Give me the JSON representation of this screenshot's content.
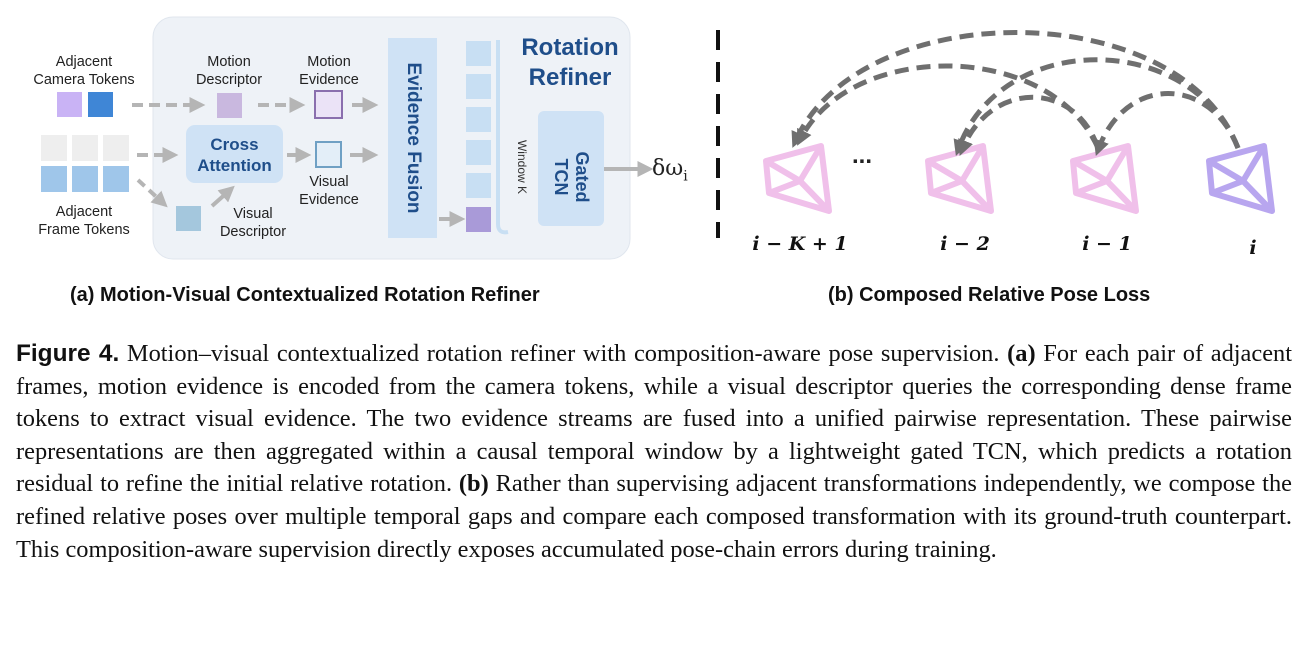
{
  "panel_a": {
    "title": "Rotation Refiner",
    "title_line1": "Rotation",
    "title_line2": "Refiner",
    "adjacent_camera_tokens_line1": "Adjacent",
    "adjacent_camera_tokens_line2": "Camera Tokens",
    "adjacent_frame_tokens_line1": "Adjacent",
    "adjacent_frame_tokens_line2": "Frame Tokens",
    "motion_descriptor_line1": "Motion",
    "motion_descriptor_line2": "Descriptor",
    "motion_evidence_line1": "Motion",
    "motion_evidence_line2": "Evidence",
    "cross_attention_line1": "Cross",
    "cross_attention_line2": "Attention",
    "visual_evidence_line1": "Visual",
    "visual_evidence_line2": "Evidence",
    "visual_descriptor_line1": "Visual",
    "visual_descriptor_line2": "Descriptor",
    "evidence_fusion": "Evidence Fusion",
    "window_k": "Window K",
    "gated_tcn_line1": "Gated",
    "gated_tcn_line2": "TCN",
    "output": "δω",
    "output_sub": "i",
    "subcaption": "(a) Motion-Visual Contextualized Rotation Refiner"
  },
  "panel_b": {
    "labels": [
      "i − K + 1",
      "i − 2",
      "i − 1",
      "i"
    ],
    "ellipsis": "...",
    "subcaption": "(b) Composed Relative Pose Loss"
  },
  "caption": {
    "figure_label": "Figure 4.",
    "intro": " Motion–visual contextualized rotation refiner with composition-aware pose supervision. ",
    "a_label": "(a)",
    "a_text": " For each pair of adjacent frames, motion evidence is encoded from the camera tokens, while a visual descriptor queries the corresponding dense frame tokens to extract visual evidence. The two evidence streams are fused into a unified pairwise representation. These pairwise representations are then aggregated within a causal temporal window by a lightweight gated TCN, which predicts a rotation residual to refine the initial relative rotation. ",
    "b_label": "(b)",
    "b_text": " Rather than supervising adjacent transformations independently, we compose the refined relative poses over multiple temporal gaps and compare each composed transformation with its ground-truth counterpart. This composition-aware supervision directly exposes accumulated pose-chain errors during training."
  },
  "colors": {
    "panel_bg": "#eef2f7",
    "block_bg": "#cfe2f5",
    "block_text": "#1f4e8a",
    "camera_purple": "#c9b3f5",
    "camera_blue": "#3f86d6",
    "frame_gray": "#eeeeee",
    "frame_blue": "#9fc6ea",
    "arrow_gray": "#b5b5b5",
    "curve_gray": "#6f6f6f",
    "camera_pink": "#f0c0ea",
    "camera_violet": "#b8a6ef"
  }
}
